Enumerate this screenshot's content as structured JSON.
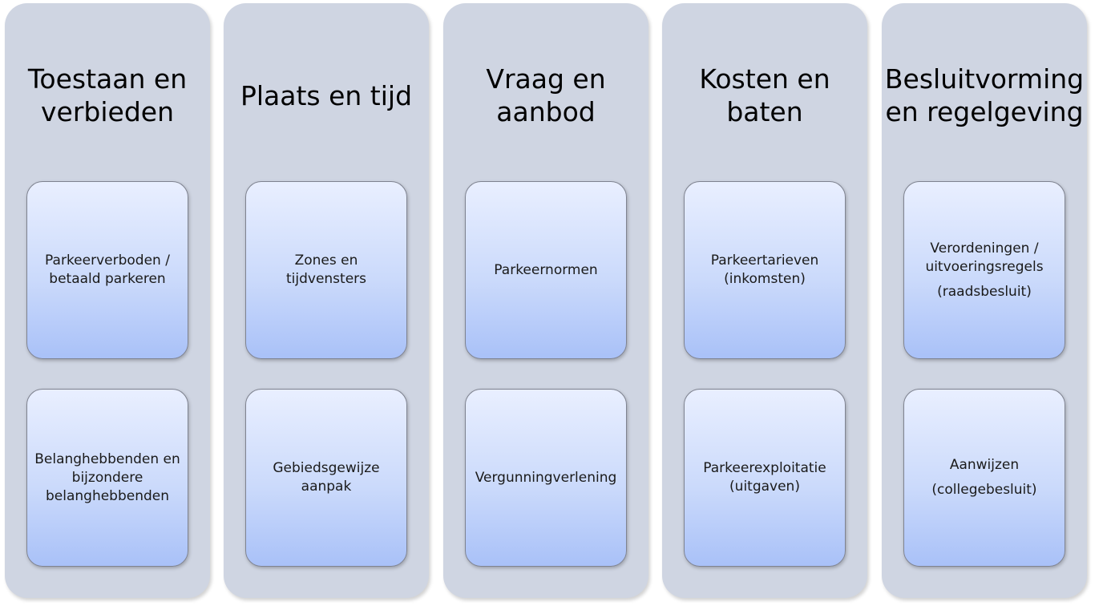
{
  "columns": [
    {
      "title": "Toestaan en verbieden",
      "top_box": [
        "Parkeerverboden /",
        "betaald parkeren"
      ],
      "bottom_box": [
        "Belanghebbenden en",
        "bijzondere",
        "belanghebbenden"
      ]
    },
    {
      "title": "Plaats en tijd",
      "top_box": [
        "Zones en tijdvensters"
      ],
      "bottom_box": [
        "Gebiedsgewijze",
        "aanpak"
      ]
    },
    {
      "title": "Vraag en aanbod",
      "top_box": [
        "Parkeernormen"
      ],
      "bottom_box": [
        "Vergunningverlening"
      ]
    },
    {
      "title": "Kosten en baten",
      "top_box": [
        "Parkeertarieven",
        "(inkomsten)"
      ],
      "bottom_box": [
        "Parkeerexploitatie",
        "(uitgaven)"
      ]
    },
    {
      "title": "Besluitvorming en regelgeving",
      "top_box": [
        "Verordeningen /",
        "uitvoeringsregels",
        "(raadsbesluit)"
      ],
      "bottom_box": [
        "Aanwijzen",
        "(collegebesluit)"
      ]
    }
  ]
}
